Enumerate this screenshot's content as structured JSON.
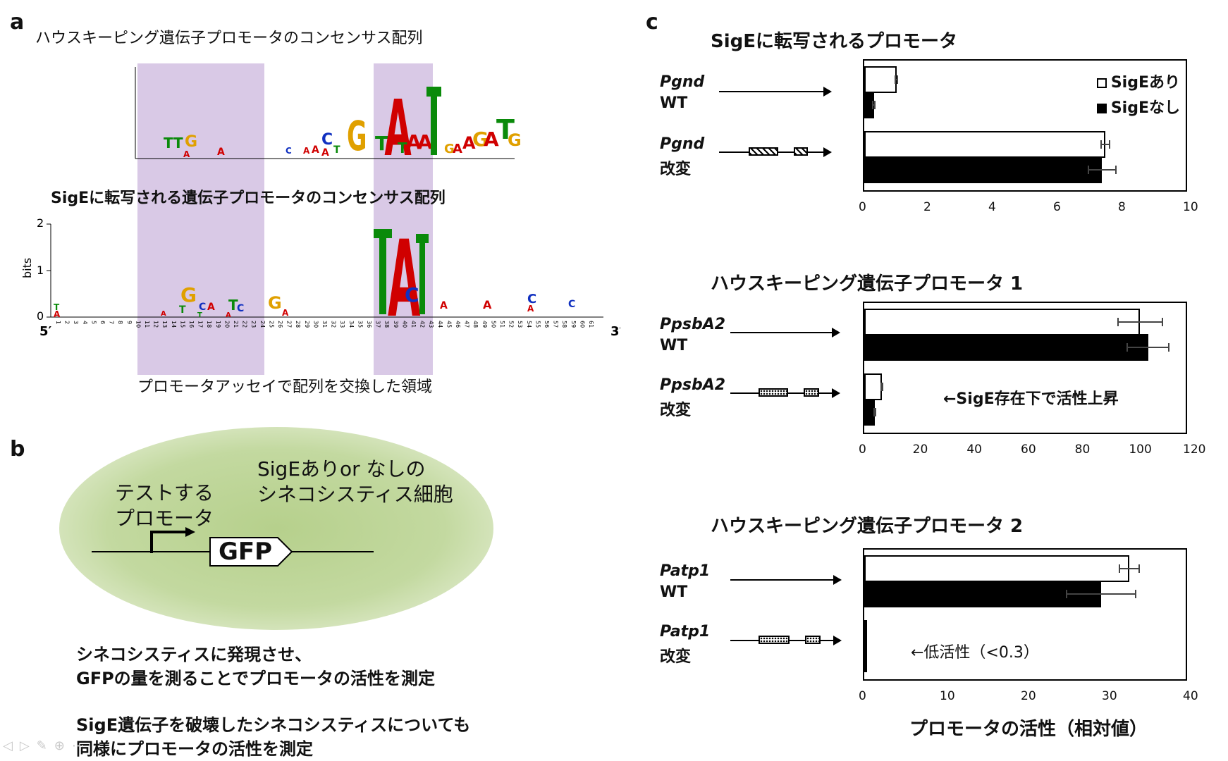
{
  "panel_a": {
    "letter": "a",
    "title_top": "ハウスキーピング遺伝子プロモータのコンセンサス配列",
    "title_bottom": "SigEに転写される遺伝子プロモータのコンセンサス配列",
    "ylabel": "bits",
    "yticks": [
      "2",
      "1",
      "0"
    ],
    "five_prime": "5′",
    "three_prime": "3′",
    "region_caption": "プロモータアッセイで配列を交換した領域",
    "positions": [
      "1",
      "2",
      "3",
      "4",
      "5",
      "6",
      "7",
      "8",
      "9",
      "10",
      "11",
      "12",
      "13",
      "14",
      "15",
      "16",
      "17",
      "18",
      "19",
      "20",
      "21",
      "22",
      "23",
      "24",
      "25",
      "26",
      "27",
      "28",
      "29",
      "30",
      "31",
      "32",
      "33",
      "34",
      "35",
      "36",
      "37",
      "38",
      "39",
      "40",
      "41",
      "42",
      "43",
      "44",
      "45",
      "46",
      "47",
      "48",
      "49",
      "50",
      "51",
      "52",
      "53",
      "54",
      "55",
      "56",
      "57",
      "58",
      "59",
      "60",
      "61"
    ]
  },
  "panel_b": {
    "letter": "b",
    "cell_label": "SigEありor なしの\nシネコシスティス細胞",
    "test_promoter": "テストする\nプロモータ",
    "gene": "GFP",
    "desc1": "シネコシスティスに発現させ、\nGFPの量を測ることでプロモータの活性を測定",
    "desc2": "SigE遺伝子を破壊したシネコシスティスについても\n同様にプロモータの活性を測定"
  },
  "panel_c": {
    "letter": "c",
    "legend": {
      "with": "SigEあり",
      "without": "SigEなし"
    },
    "xlabel": "プロモータの活性（相対値）",
    "colors": {
      "with": "#ffffff",
      "without": "#000000"
    }
  },
  "chart_data": [
    {
      "type": "bar",
      "title": "SigEに転写されるプロモータ",
      "categories": [
        {
          "name": "Pgnd",
          "sub": "WT"
        },
        {
          "name": "Pgnd",
          "sub": "改変"
        }
      ],
      "series": [
        {
          "name": "SigEあり",
          "values": [
            1.0,
            7.5
          ],
          "errors": [
            0.05,
            0.15
          ]
        },
        {
          "name": "SigEなし",
          "values": [
            0.3,
            7.4
          ],
          "errors": [
            0.05,
            0.45
          ]
        }
      ],
      "xlim": [
        0,
        10
      ],
      "xticks": [
        "0",
        "2",
        "4",
        "6",
        "8",
        "10"
      ]
    },
    {
      "type": "bar",
      "title": "ハウスキーピング遺伝子プロモータ 1",
      "categories": [
        {
          "name": "PpsbA2",
          "sub": "WT"
        },
        {
          "name": "PpsbA2",
          "sub": "改変"
        }
      ],
      "series": [
        {
          "name": "SigEあり",
          "values": [
            103,
            6.5
          ],
          "errors": [
            8.5,
            0.5
          ]
        },
        {
          "name": "SigEなし",
          "values": [
            106,
            4
          ],
          "errors": [
            8,
            0.5
          ]
        }
      ],
      "annotation": "←SigE存在下で活性上昇",
      "xlim": [
        0,
        120
      ],
      "xticks": [
        "0",
        "20",
        "40",
        "60",
        "80",
        "100",
        "120"
      ]
    },
    {
      "type": "bar",
      "title": "ハウスキーピング遺伝子プロモータ 2",
      "categories": [
        {
          "name": "Patp1",
          "sub": "WT"
        },
        {
          "name": "Patp1",
          "sub": "改変"
        }
      ],
      "series": [
        {
          "name": "SigEあり",
          "values": [
            33,
            0.1
          ],
          "errors": [
            1.3,
            0
          ]
        },
        {
          "name": "SigEなし",
          "values": [
            29.5,
            0.2
          ],
          "errors": [
            4.4,
            0
          ]
        }
      ],
      "annotation": "←低活性（<0.3）",
      "xlim": [
        0,
        40
      ],
      "xticks": [
        "0",
        "10",
        "20",
        "30",
        "40"
      ]
    }
  ]
}
